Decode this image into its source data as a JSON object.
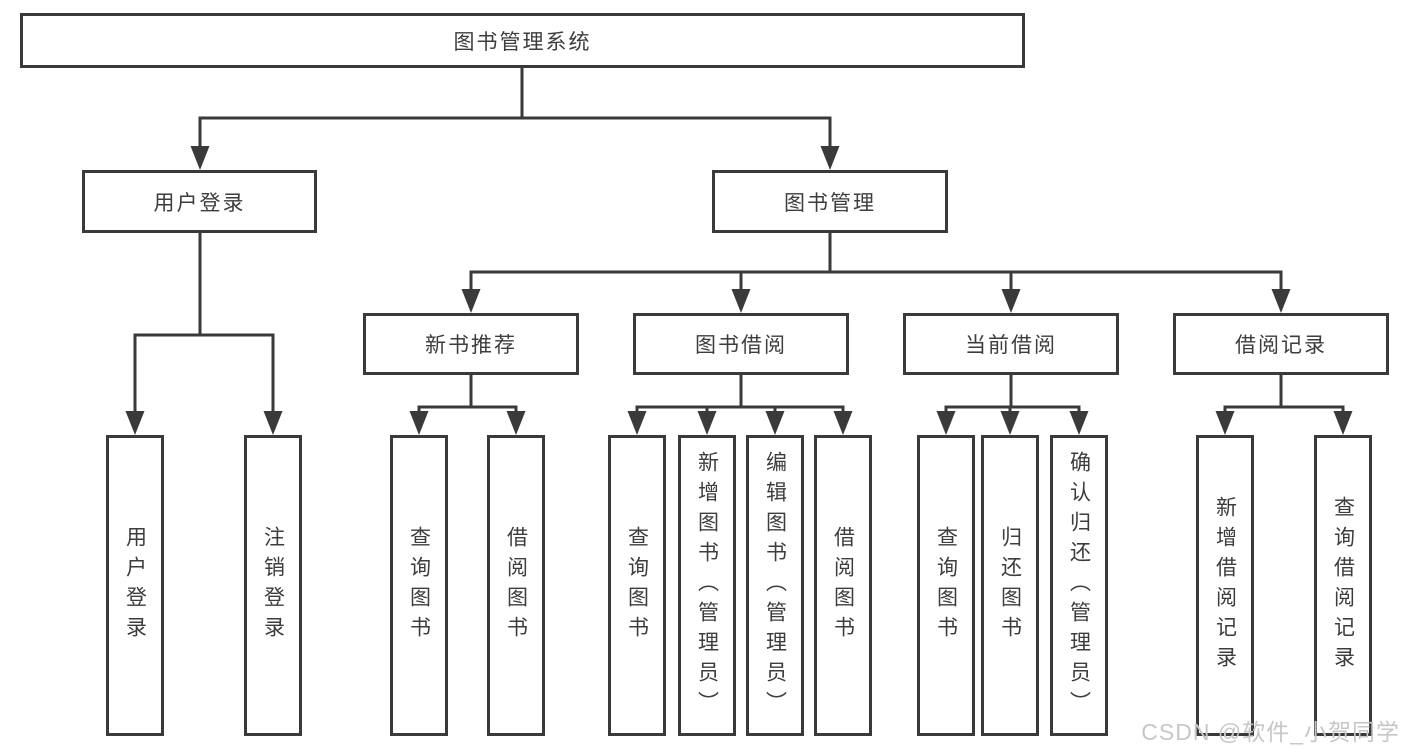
{
  "diagram": {
    "title_node": "图书管理系统",
    "tree": {
      "root": "图书管理系统",
      "children": [
        {
          "label": "用户登录",
          "children": [
            "用户登录",
            "注销登录"
          ]
        },
        {
          "label": "图书管理",
          "children": [
            {
              "label": "新书推荐",
              "children": [
                "查询图书",
                "借阅图书"
              ]
            },
            {
              "label": "图书借阅",
              "children": [
                "查询图书",
                "新增图书（管理员）",
                "编辑图书（管理员）",
                "借阅图书"
              ]
            },
            {
              "label": "当前借阅",
              "children": [
                "查询图书",
                "归还图书",
                "确认归还（管理员）"
              ]
            },
            {
              "label": "借阅记录",
              "children": [
                "新增借阅记录",
                "查询借阅记录"
              ]
            }
          ]
        }
      ]
    },
    "colors": {
      "line": "#3a3a3a",
      "box_border": "#3a3a3a",
      "text": "#3d3d3d",
      "background": "#ffffff",
      "watermark_text_color": "#c7c7c7"
    }
  },
  "watermark": {
    "text": "CSDN @软件_小贺同学"
  }
}
